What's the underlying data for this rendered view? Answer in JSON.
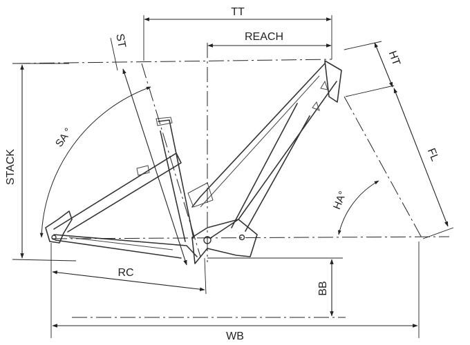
{
  "labels": {
    "tt": "TT",
    "reach": "REACH",
    "st": "ST",
    "ht": "HT",
    "stack": "STACK",
    "sa": "SA °",
    "fl": "FL",
    "ha": "HA°",
    "rc": "RC",
    "bb": "BB",
    "wb": "WB"
  },
  "colors": {
    "line": "#222222",
    "frame": "#333333",
    "background": "#ffffff"
  }
}
